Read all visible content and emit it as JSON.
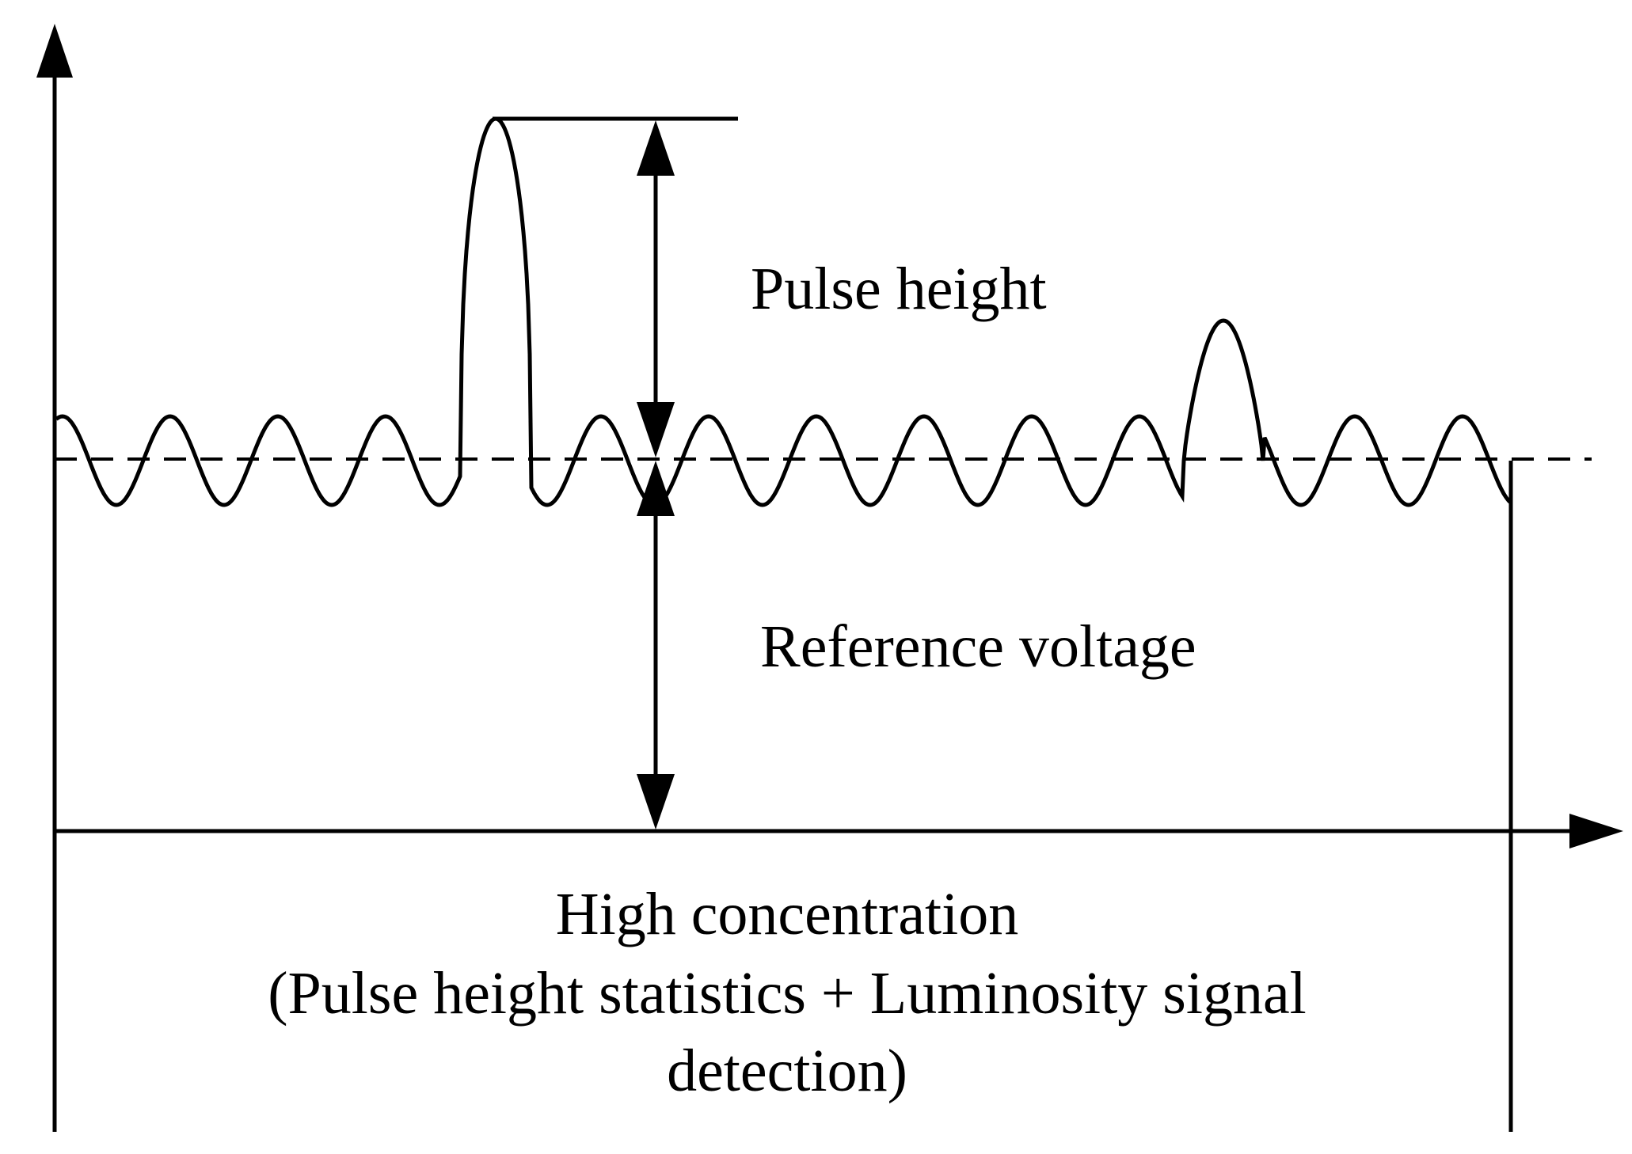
{
  "labels": {
    "pulse_height": "Pulse height",
    "reference_voltage": "Reference voltage",
    "caption_line1": "High concentration",
    "caption_line2": "(Pulse height statistics + Luminosity signal",
    "caption_line3": "detection)"
  },
  "colors": {
    "ink": "#000000",
    "background": "#ffffff"
  }
}
